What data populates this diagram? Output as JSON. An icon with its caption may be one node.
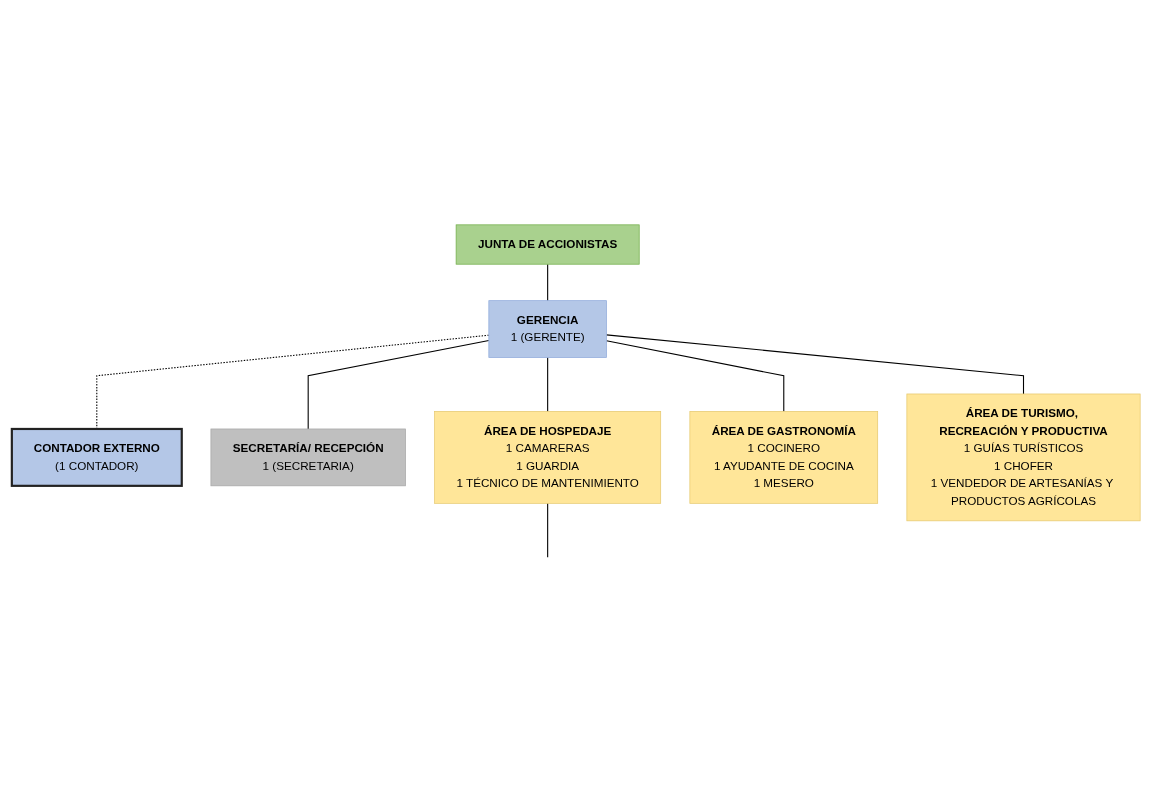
{
  "diagram": {
    "nodes": [
      {
        "text": [
          "JUNTA DE ACCIONISTAS"
        ]
      },
      {
        "text": [
          "GERENCIA",
          "1 (GERENTE)"
        ]
      },
      {
        "text": [
          "CONTADOR EXTERNO",
          "(1 CONTADOR)"
        ]
      },
      {
        "text": [
          "SECRETARÍA/ RECEPCIÓN",
          "1 (SECRETARIA)"
        ]
      },
      {
        "text": [
          "ÁREA DE HOSPEDAJE",
          "1 CAMARERAS",
          "1 GUARDIA",
          "1 TÉCNICO DE MANTENIMIENTO"
        ]
      },
      {
        "text": [
          "ÁREA DE GASTRONOMÍA",
          "1 COCINERO",
          "1 AYUDANTE DE COCINA",
          "1 MESERO"
        ]
      },
      {
        "text": [
          "ÁREA DE TURISMO, RECREACIÓN Y PRODUCTIVA",
          "1 GUÍAS TURÍSTICOS",
          "1 CHOFER",
          "1 VENDEDOR DE ARTESANÍAS Y PRODUCTOS AGRÍCOLAS"
        ]
      }
    ],
    "edges": [
      {
        "from": 0,
        "to": 1,
        "arrow": "none"
      },
      {
        "from": 1,
        "to": 2,
        "arrow": "none",
        "style": "dashed"
      },
      {
        "from": 1,
        "to": 3,
        "arrow": "none"
      },
      {
        "from": 1,
        "to": 4,
        "arrow": "none"
      },
      {
        "from": 1,
        "to": 5,
        "arrow": "none"
      },
      {
        "from": 1,
        "to": 6,
        "arrow": "none"
      },
      {
        "from": 4,
        "to": null,
        "arrow": "none"
      }
    ]
  }
}
